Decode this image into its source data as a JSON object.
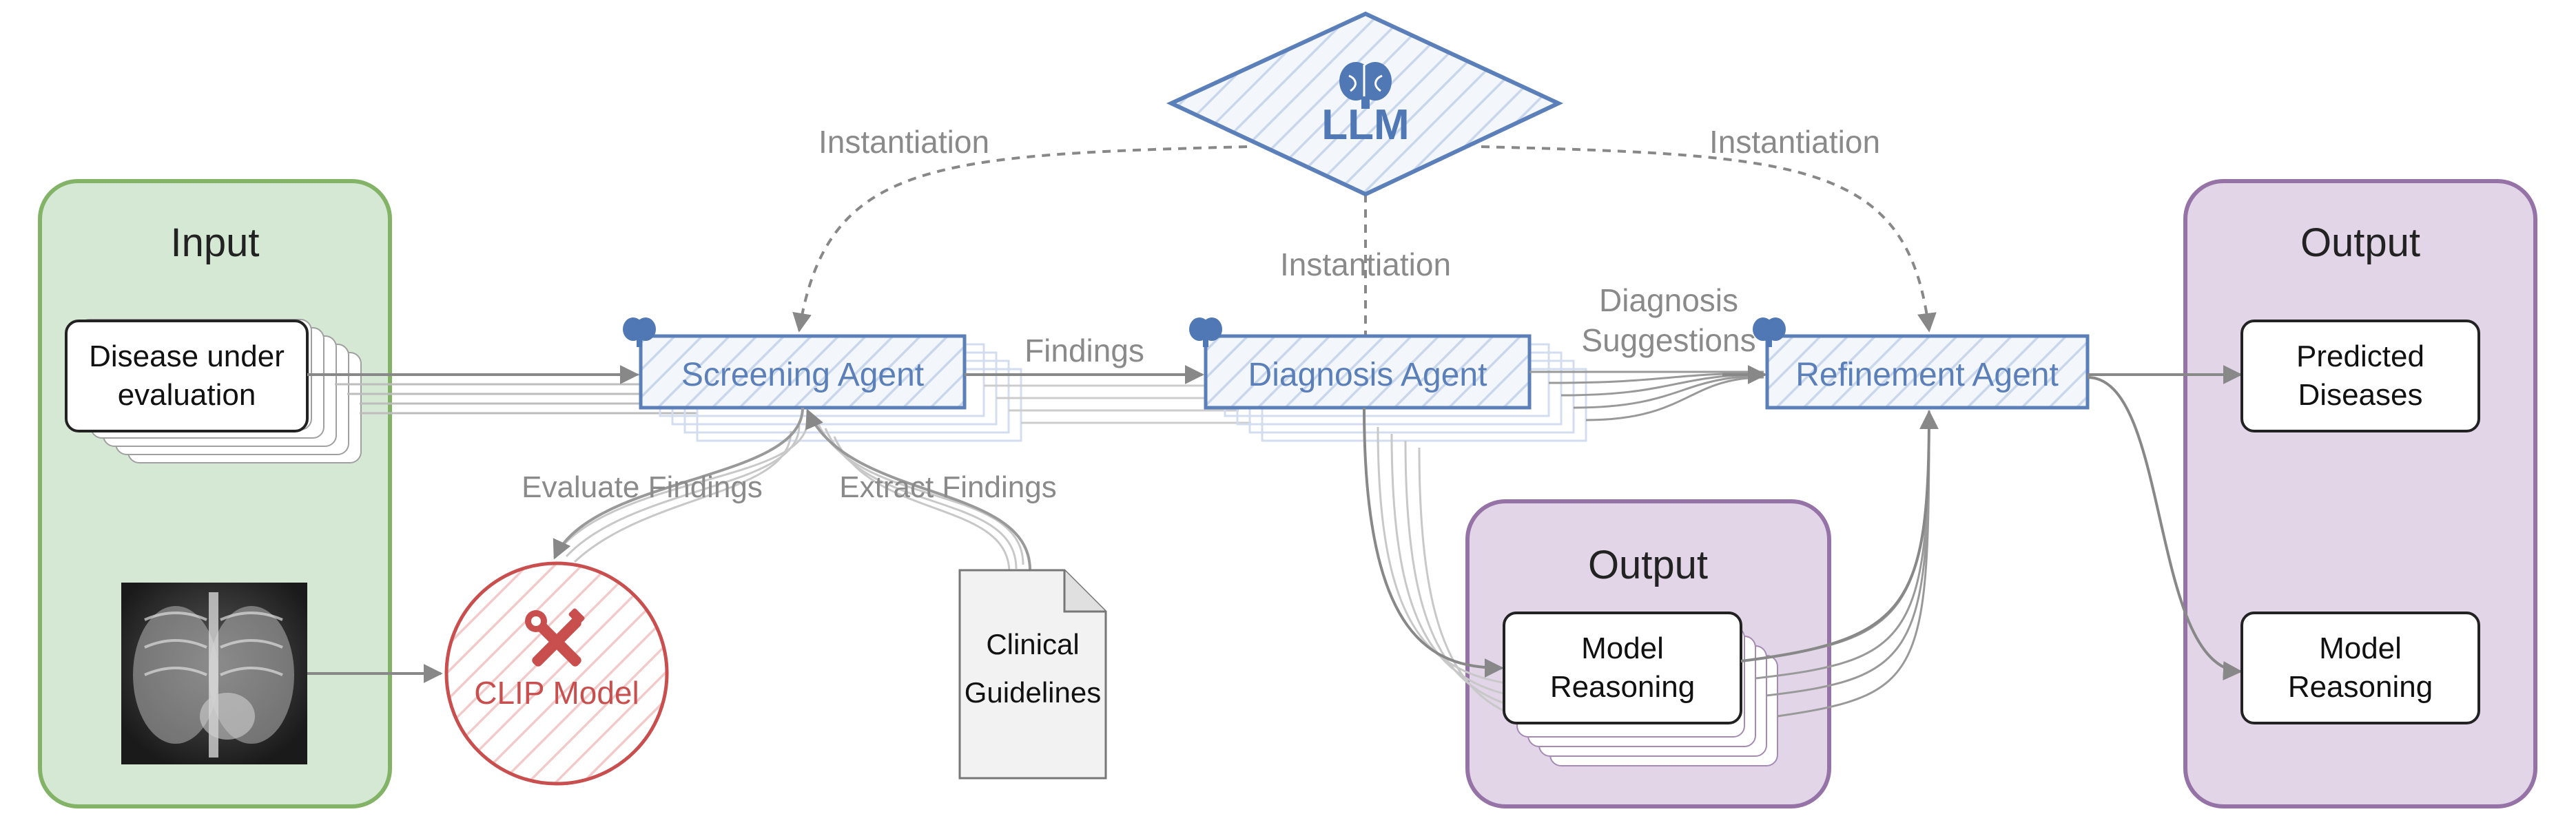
{
  "llm": {
    "label": "LLM",
    "icon": "brain-icon"
  },
  "edges": {
    "instantiation_left": "Instantiation",
    "instantiation_middle": "Instantiation",
    "instantiation_right": "Instantiation",
    "findings": "Findings",
    "diagnosis_suggestions_line1": "Diagnosis",
    "diagnosis_suggestions_line2": "Suggestions",
    "evaluate_findings": "Evaluate Findings",
    "extract_findings": "Extract Findings"
  },
  "input_panel": {
    "title": "Input",
    "disease_line1": "Disease under",
    "disease_line2": "evaluation",
    "xray_image": "chest-xray"
  },
  "agents": {
    "screening": "Screening Agent",
    "diagnosis": "Diagnosis Agent",
    "refinement": "Refinement Agent"
  },
  "clip_model": {
    "label": "CLIP Model",
    "icon": "tools-icon"
  },
  "clinical_guidelines": {
    "line1": "Clinical",
    "line2": "Guidelines",
    "icon": "document-icon"
  },
  "middle_output": {
    "title": "Output",
    "reasoning_line1": "Model",
    "reasoning_line2": "Reasoning"
  },
  "right_output": {
    "title": "Output",
    "predicted_line1": "Predicted",
    "predicted_line2": "Diseases",
    "reasoning_line1": "Model",
    "reasoning_line2": "Reasoning"
  },
  "colors": {
    "blue": "#5b7fb8",
    "blue_fill": "#eef3fa",
    "green_stroke": "#82b366",
    "green_fill": "#d5e8d4",
    "purple_stroke": "#9673a6",
    "purple_fill": "#e1d5e7",
    "red": "#c94f4f",
    "gray_line": "#888888",
    "gray_text": "#8a8a8a"
  }
}
